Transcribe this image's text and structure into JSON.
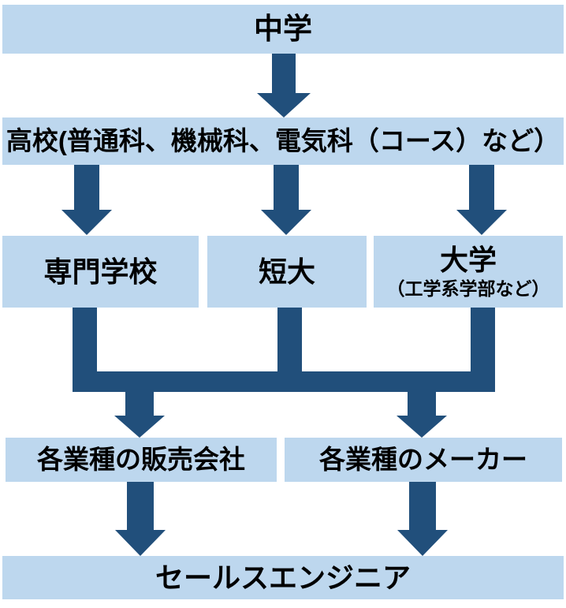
{
  "diagram": {
    "nodes": {
      "chugaku": {
        "label": "中学"
      },
      "koko": {
        "label": "高校(普通科、機械科、電気科（コース）など）"
      },
      "senmon": {
        "label": "専門学校"
      },
      "tandai": {
        "label": "短大"
      },
      "daigaku": {
        "label": "大学",
        "sublabel": "（工学系学部など）"
      },
      "hanbai": {
        "label": "各業種の販売会社"
      },
      "maker": {
        "label": "各業種のメーカー"
      },
      "sales": {
        "label": "セールスエンジニア"
      }
    }
  },
  "colors": {
    "node_fill": "#bdd7ee",
    "arrow": "#214f7b",
    "text": "#000000",
    "background": "#ffffff"
  }
}
